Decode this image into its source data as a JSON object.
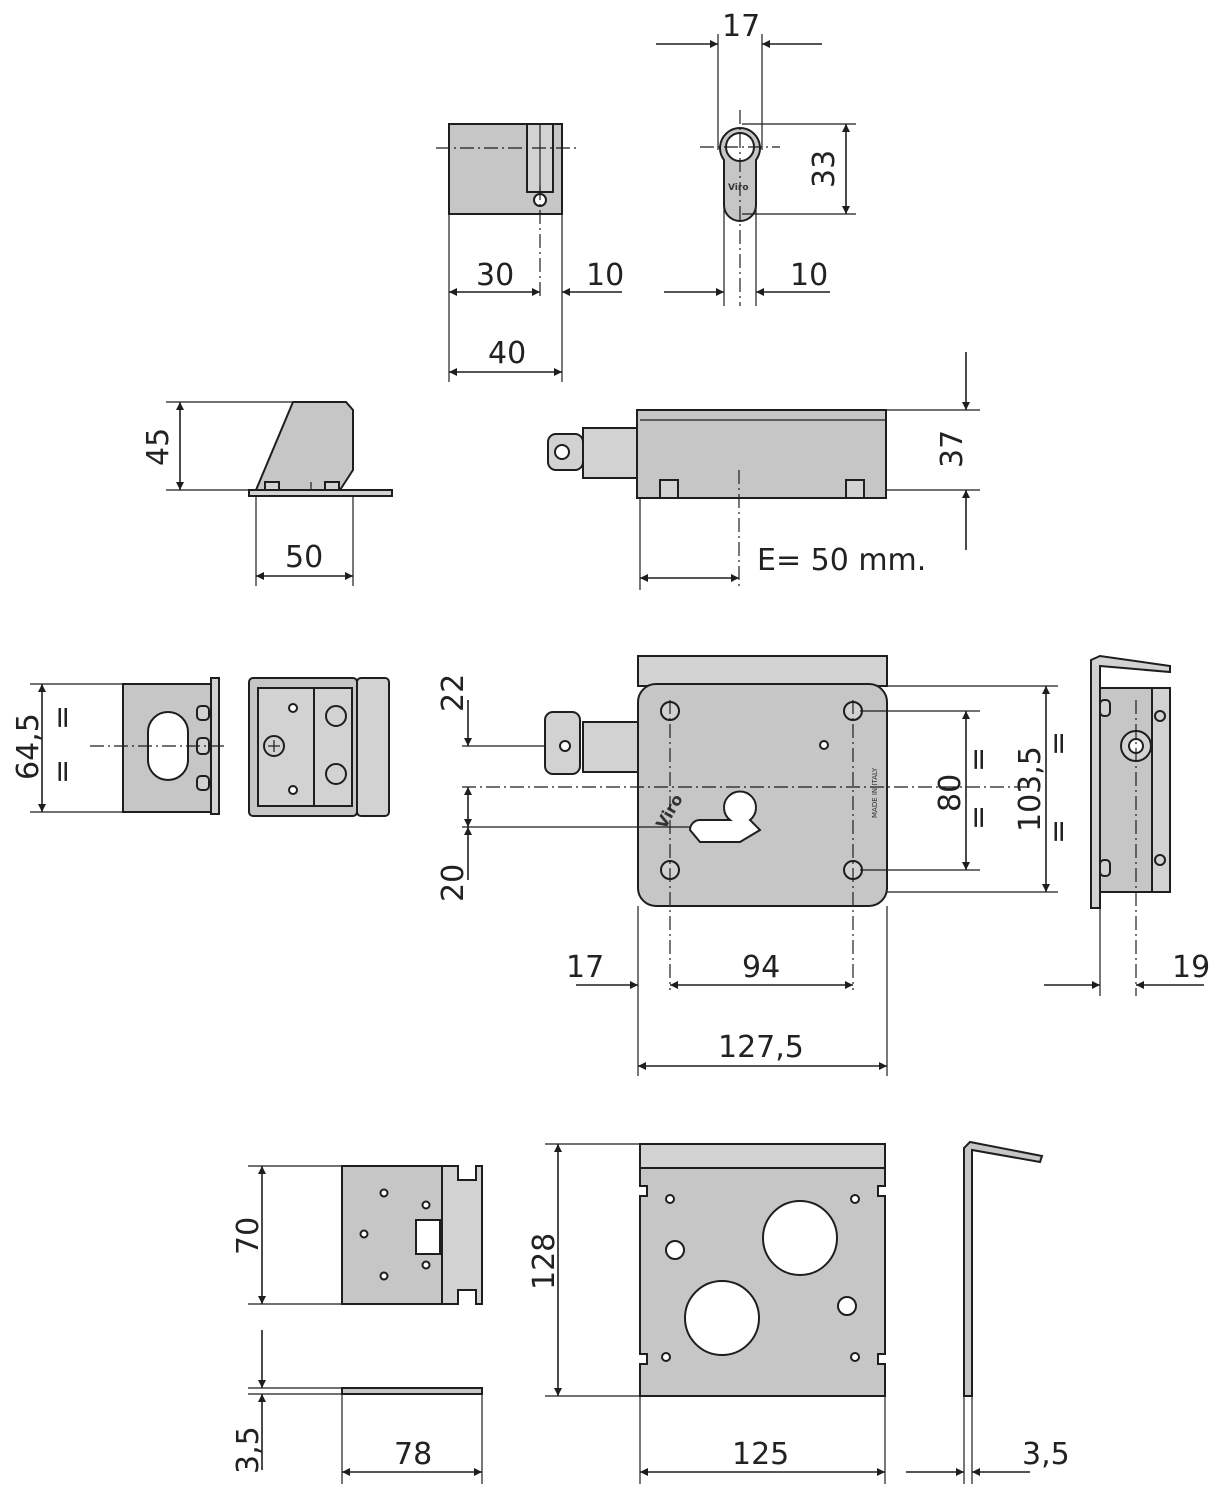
{
  "dimensions": {
    "cyl_width": "17",
    "cyl_height": "33",
    "cyl_offset_right": "10",
    "cyl_len_30": "30",
    "cyl_len_10": "10",
    "cyl_len_40": "40",
    "keeper_height": "45",
    "keeper_width": "50",
    "lock_depth": "37",
    "backset": "E= 50 mm.",
    "face_h": "64,5",
    "top_offset": "22",
    "bottom_offset": "20",
    "hole_spacing_v": "80",
    "body_height": "103,5",
    "left_margin": "17",
    "hole_spacing_h": "94",
    "body_width": "127,5",
    "side_offset": "19",
    "plate_small_h": "70",
    "plate_small_w": "78",
    "plate_small_t": "3,5",
    "plate_large_h": "128",
    "plate_large_w": "125",
    "plate_large_t": "3,5",
    "equal": "="
  },
  "brand": "Viro",
  "made_in": "MADE IN ITALY"
}
